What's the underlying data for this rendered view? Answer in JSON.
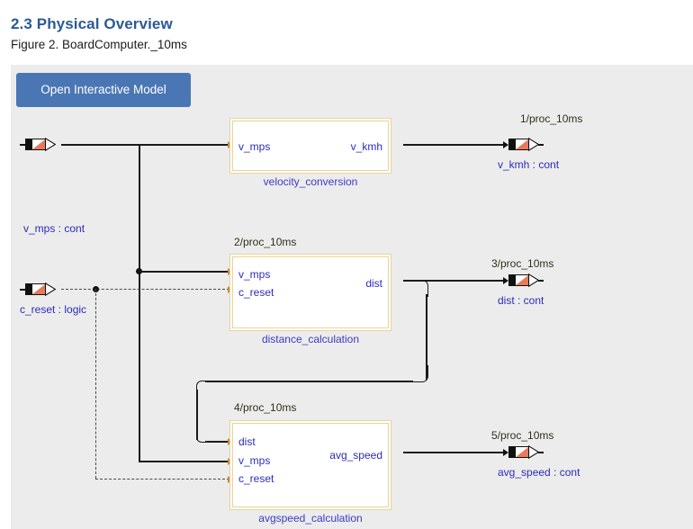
{
  "document": {
    "section_title": "2.3 Physical Overview",
    "figure_caption": "Figure 2. BoardComputer._10ms"
  },
  "toolbar": {
    "open_model_label": "Open Interactive Model"
  },
  "colors": {
    "title": "#2b5b93",
    "button": "#4a77b4",
    "canvas": "#ececec",
    "block_border": "#e6d49b",
    "port_text": "#2b2bbe",
    "wire": "#1a1a1a"
  },
  "diagram": {
    "inputs": [
      {
        "name": "v_mps",
        "type": "cont",
        "label": "v_mps : cont",
        "icon": "signal-port-icon"
      },
      {
        "name": "c_reset",
        "type": "logic",
        "label": "c_reset : logic",
        "icon": "signal-port-icon"
      }
    ],
    "outputs": [
      {
        "name": "v_kmh",
        "type": "cont",
        "label": "v_kmh : cont",
        "tag": "1/proc_10ms",
        "icon": "signal-port-icon"
      },
      {
        "name": "dist",
        "type": "cont",
        "label": "dist : cont",
        "tag": "3/proc_10ms",
        "icon": "signal-port-icon"
      },
      {
        "name": "avg_speed",
        "type": "cont",
        "label": "avg_speed  : cont",
        "tag": "5/proc_10ms",
        "icon": "signal-port-icon"
      }
    ],
    "blocks": [
      {
        "name": "velocity_conversion",
        "tag": "",
        "inputs": [
          "v_mps"
        ],
        "outputs": [
          "v_kmh"
        ]
      },
      {
        "name": "distance_calculation",
        "tag": "2/proc_10ms",
        "inputs": [
          "v_mps",
          "c_reset"
        ],
        "outputs": [
          "dist"
        ]
      },
      {
        "name": "avgspeed_calculation",
        "tag": "4/proc_10ms",
        "inputs": [
          "dist",
          "v_mps",
          "c_reset"
        ],
        "outputs": [
          "avg_speed"
        ]
      }
    ]
  }
}
